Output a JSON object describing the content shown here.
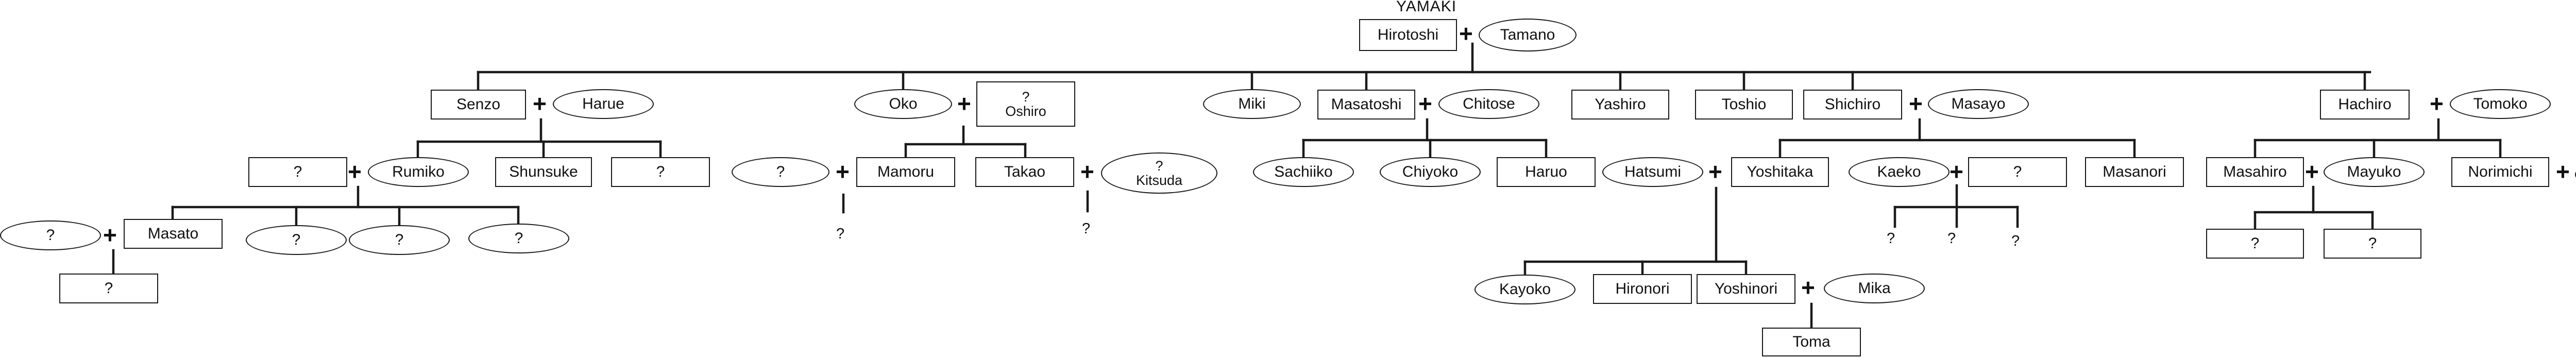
{
  "family_name": "YAMAKI",
  "plus": "+",
  "people": {
    "hirotoshi": "Hirotoshi",
    "tamano": "Tamano",
    "senzo": "Senzo",
    "harue": "Harue",
    "oko": "Oko",
    "oshiro": "?\nOshiro",
    "miki": "Miki",
    "masatoshi": "Masatoshi",
    "chitose": "Chitose",
    "yashiro": "Yashiro",
    "toshio": "Toshio",
    "shichiro": "Shichiro",
    "masayo": "Masayo",
    "hachiro": "Hachiro",
    "tomoko": "Tomoko",
    "q1": "?",
    "rumiko": "Rumiko",
    "shunsuke": "Shunsuke",
    "q2": "?",
    "q3": "?",
    "mamoru": "Mamoru",
    "takao": "Takao",
    "kitsuda": "?\nKitsuda",
    "sachiiko": "Sachiiko",
    "chiyoko": "Chiyoko",
    "haruo": "Haruo",
    "hatsumi": "Hatsumi",
    "yoshitaka": "Yoshitaka",
    "kaeko": "Kaeko",
    "q4": "?",
    "masanori": "Masanori",
    "masahiro": "Masahiro",
    "mayuko": "Mayuko",
    "norimichi": "Norimichi",
    "q5": "?",
    "q6": "?",
    "masato": "Masato",
    "q7": "?",
    "q8": "?",
    "q9": "?",
    "q10": "?",
    "q11": "?",
    "q12": "?",
    "kayoko": "Kayoko",
    "hironori": "Hironori",
    "yoshinori": "Yoshinori",
    "mika": "Mika",
    "toma": "Toma"
  },
  "unknown_children": [
    "?",
    "?",
    "?",
    "?",
    "?"
  ]
}
